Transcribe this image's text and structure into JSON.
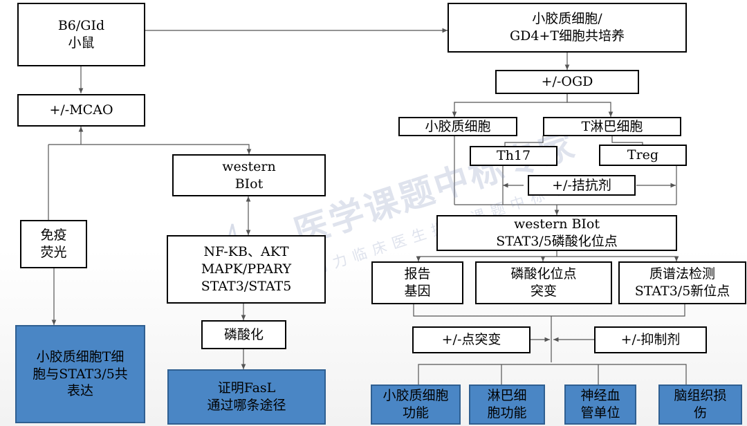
{
  "nodes": {
    "mouse": [
      "B6/GId",
      "小鼠"
    ],
    "mcao": [
      "+/-MCAO"
    ],
    "western_left": [
      "western",
      "BIot"
    ],
    "pathways": [
      "NF-KB、AKT",
      "MAPK/PPARY",
      "STAT3/STAT5"
    ],
    "phosphorylation": [
      "磷酸化"
    ],
    "immunofluorescence": [
      "免疫",
      "荧光"
    ],
    "coexpression": [
      "小胶质细胞T细",
      "胞与STAT3/5共",
      "表达"
    ],
    "fasl": [
      "证明FasL",
      "通过哪条途径"
    ],
    "coculture": [
      "小胶质细胞/",
      "GD4+T细胞共培养"
    ],
    "ogd": [
      "+/-OGD"
    ],
    "microglia": [
      "小胶质细胞"
    ],
    "t_lymph": [
      "T淋巴细胞"
    ],
    "th17": [
      "Th17"
    ],
    "treg": [
      "Treg"
    ],
    "antagonist": [
      "+/-拮抗剂"
    ],
    "western_right": [
      "western   BIot",
      "STAT3/5磷酸化位点"
    ],
    "reporter": [
      "报告",
      "基因"
    ],
    "phospho_mut": [
      "磷酸化位点",
      "突变"
    ],
    "mass_spec": [
      "质谱法检测",
      "STAT3/5新位点"
    ],
    "point_mut": [
      "+/-点突变"
    ],
    "inhibitor": [
      "+/-抑制剂"
    ],
    "microglia_func": [
      "小胶质细胞",
      "功能"
    ],
    "lymph_func": [
      "淋巴细",
      "胞功能"
    ],
    "nvu": [
      "神经血",
      "管单位"
    ],
    "brain_injury": [
      "脑组织损",
      "伤"
    ]
  },
  "watermark": {
    "main": "医学课题中标专家",
    "sub": "助力临床医生提高课题中标率"
  },
  "colors": {
    "result_box": "#4a86c5",
    "line": "#555555",
    "watermark": "#8c9bbe"
  }
}
